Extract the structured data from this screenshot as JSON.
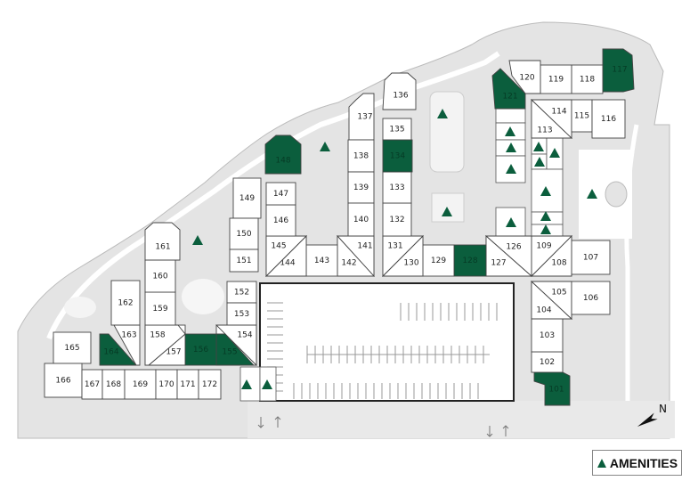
{
  "map": {
    "colors": {
      "highlight": "#0b5e3d",
      "unit": "#ffffff",
      "ground": "#e4e4e4",
      "path": "#f3f3f3",
      "outline": "#222222"
    },
    "units": [
      {
        "id": "101",
        "highlight": true
      },
      {
        "id": "102",
        "highlight": false
      },
      {
        "id": "103",
        "highlight": false
      },
      {
        "id": "104",
        "highlight": false
      },
      {
        "id": "105",
        "highlight": false
      },
      {
        "id": "106",
        "highlight": false
      },
      {
        "id": "107",
        "highlight": false
      },
      {
        "id": "108",
        "highlight": false
      },
      {
        "id": "109",
        "highlight": false
      },
      {
        "id": "113",
        "highlight": false
      },
      {
        "id": "114",
        "highlight": false
      },
      {
        "id": "115",
        "highlight": false
      },
      {
        "id": "116",
        "highlight": false
      },
      {
        "id": "117",
        "highlight": true
      },
      {
        "id": "118",
        "highlight": false
      },
      {
        "id": "119",
        "highlight": false
      },
      {
        "id": "120",
        "highlight": false
      },
      {
        "id": "121",
        "highlight": true
      },
      {
        "id": "126",
        "highlight": false
      },
      {
        "id": "127",
        "highlight": false
      },
      {
        "id": "128",
        "highlight": true
      },
      {
        "id": "129",
        "highlight": false
      },
      {
        "id": "130",
        "highlight": false
      },
      {
        "id": "131",
        "highlight": false
      },
      {
        "id": "132",
        "highlight": false
      },
      {
        "id": "133",
        "highlight": false
      },
      {
        "id": "134",
        "highlight": true
      },
      {
        "id": "135",
        "highlight": false
      },
      {
        "id": "136",
        "highlight": false
      },
      {
        "id": "137",
        "highlight": false
      },
      {
        "id": "138",
        "highlight": false
      },
      {
        "id": "139",
        "highlight": false
      },
      {
        "id": "140",
        "highlight": false
      },
      {
        "id": "141",
        "highlight": false
      },
      {
        "id": "142",
        "highlight": false
      },
      {
        "id": "143",
        "highlight": false
      },
      {
        "id": "144",
        "highlight": false
      },
      {
        "id": "145",
        "highlight": false
      },
      {
        "id": "146",
        "highlight": false
      },
      {
        "id": "147",
        "highlight": false
      },
      {
        "id": "148",
        "highlight": true
      },
      {
        "id": "149",
        "highlight": false
      },
      {
        "id": "150",
        "highlight": false
      },
      {
        "id": "151",
        "highlight": false
      },
      {
        "id": "152",
        "highlight": false
      },
      {
        "id": "153",
        "highlight": false
      },
      {
        "id": "154",
        "highlight": false
      },
      {
        "id": "155",
        "highlight": true
      },
      {
        "id": "156",
        "highlight": true
      },
      {
        "id": "157",
        "highlight": false
      },
      {
        "id": "158",
        "highlight": false
      },
      {
        "id": "159",
        "highlight": false
      },
      {
        "id": "160",
        "highlight": false
      },
      {
        "id": "161",
        "highlight": false
      },
      {
        "id": "162",
        "highlight": false
      },
      {
        "id": "163",
        "highlight": false
      },
      {
        "id": "164",
        "highlight": true
      },
      {
        "id": "165",
        "highlight": false
      },
      {
        "id": "166",
        "highlight": false
      },
      {
        "id": "167",
        "highlight": false
      },
      {
        "id": "168",
        "highlight": false
      },
      {
        "id": "169",
        "highlight": false
      },
      {
        "id": "170",
        "highlight": false
      },
      {
        "id": "171",
        "highlight": false
      },
      {
        "id": "172",
        "highlight": false
      }
    ],
    "amenity_icon": "amenity-triangle-icon"
  },
  "legend": {
    "label": "AMENITIES",
    "icon": "amenity-triangle-icon"
  },
  "compass": {
    "label": "N",
    "icon": "north-arrow-icon"
  }
}
